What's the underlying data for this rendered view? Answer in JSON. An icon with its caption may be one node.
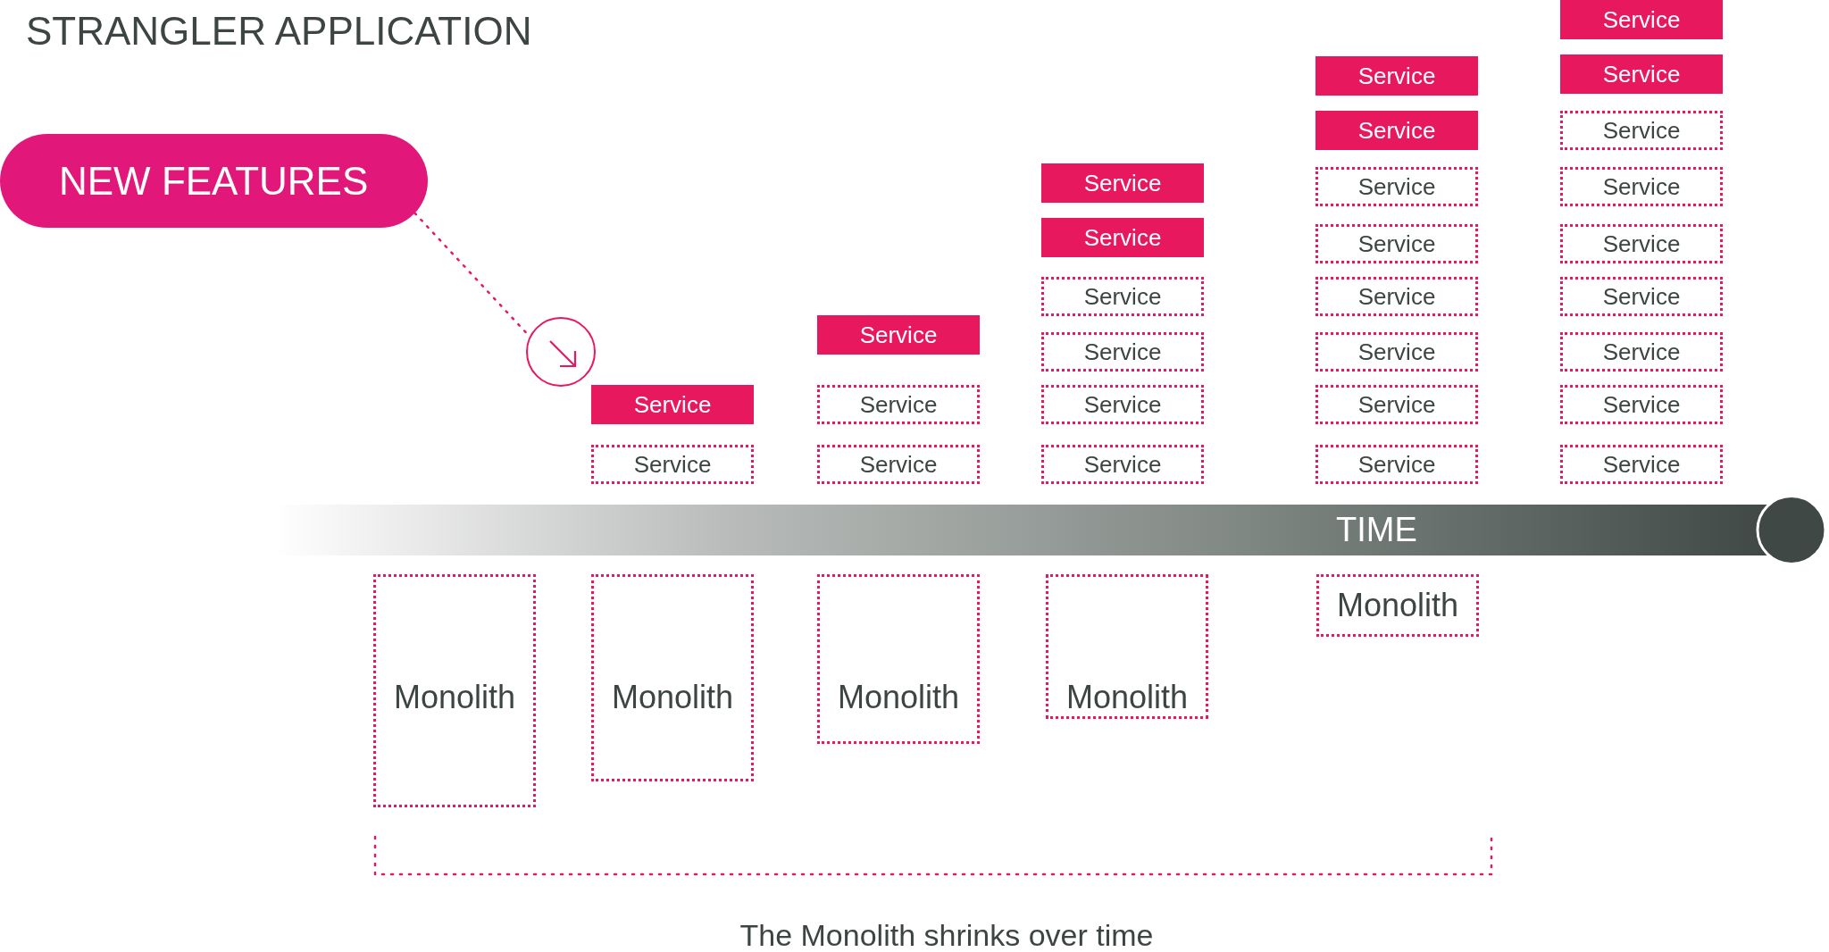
{
  "diagram": {
    "title": "STRANGLER APPLICATION",
    "caption": "The Monolith shrinks over time",
    "nodes": [
      {
        "text": [
          "NEW FEATURES"
        ]
      },
      {
        "text": [],
        "shape": "circle"
      },
      {
        "text": [
          "Service"
        ]
      },
      {
        "text": [
          "Service"
        ]
      },
      {
        "text": [
          "Service"
        ]
      },
      {
        "text": [
          "Service"
        ]
      },
      {
        "text": [
          "Service"
        ]
      },
      {
        "text": [
          "Service"
        ]
      },
      {
        "text": [
          "Service"
        ]
      },
      {
        "text": [
          "Service"
        ]
      },
      {
        "text": [
          "Service"
        ]
      },
      {
        "text": [
          "Service"
        ]
      },
      {
        "text": [
          "Service"
        ]
      },
      {
        "text": [
          "Service"
        ]
      },
      {
        "text": [
          "Service"
        ]
      },
      {
        "text": [
          "Service"
        ]
      },
      {
        "text": [
          "Service"
        ]
      },
      {
        "text": [
          "Service"
        ]
      },
      {
        "text": [
          "Service"
        ]
      },
      {
        "text": [
          "Service"
        ]
      },
      {
        "text": [
          "Service"
        ]
      },
      {
        "text": [
          "Service"
        ]
      },
      {
        "text": [
          "Service"
        ]
      },
      {
        "text": [
          "Service"
        ]
      },
      {
        "text": [
          "Service"
        ]
      },
      {
        "text": [
          "Service"
        ]
      },
      {
        "text": [
          "Service"
        ]
      },
      {
        "text": [
          "Service"
        ]
      },
      {
        "text": [
          "Service"
        ]
      },
      {
        "text": [
          "Service"
        ]
      },
      {
        "text": [
          "TIME"
        ]
      },
      {
        "text": [
          "Monolith"
        ]
      },
      {
        "text": [
          "Monolith"
        ]
      },
      {
        "text": [
          "Monolith"
        ]
      },
      {
        "text": [
          "Monolith"
        ]
      },
      {
        "text": [
          "Monolith"
        ]
      }
    ],
    "edges": [
      {
        "from": 0,
        "to": 1,
        "arrow": "none",
        "style": "dashed"
      }
    ]
  }
}
